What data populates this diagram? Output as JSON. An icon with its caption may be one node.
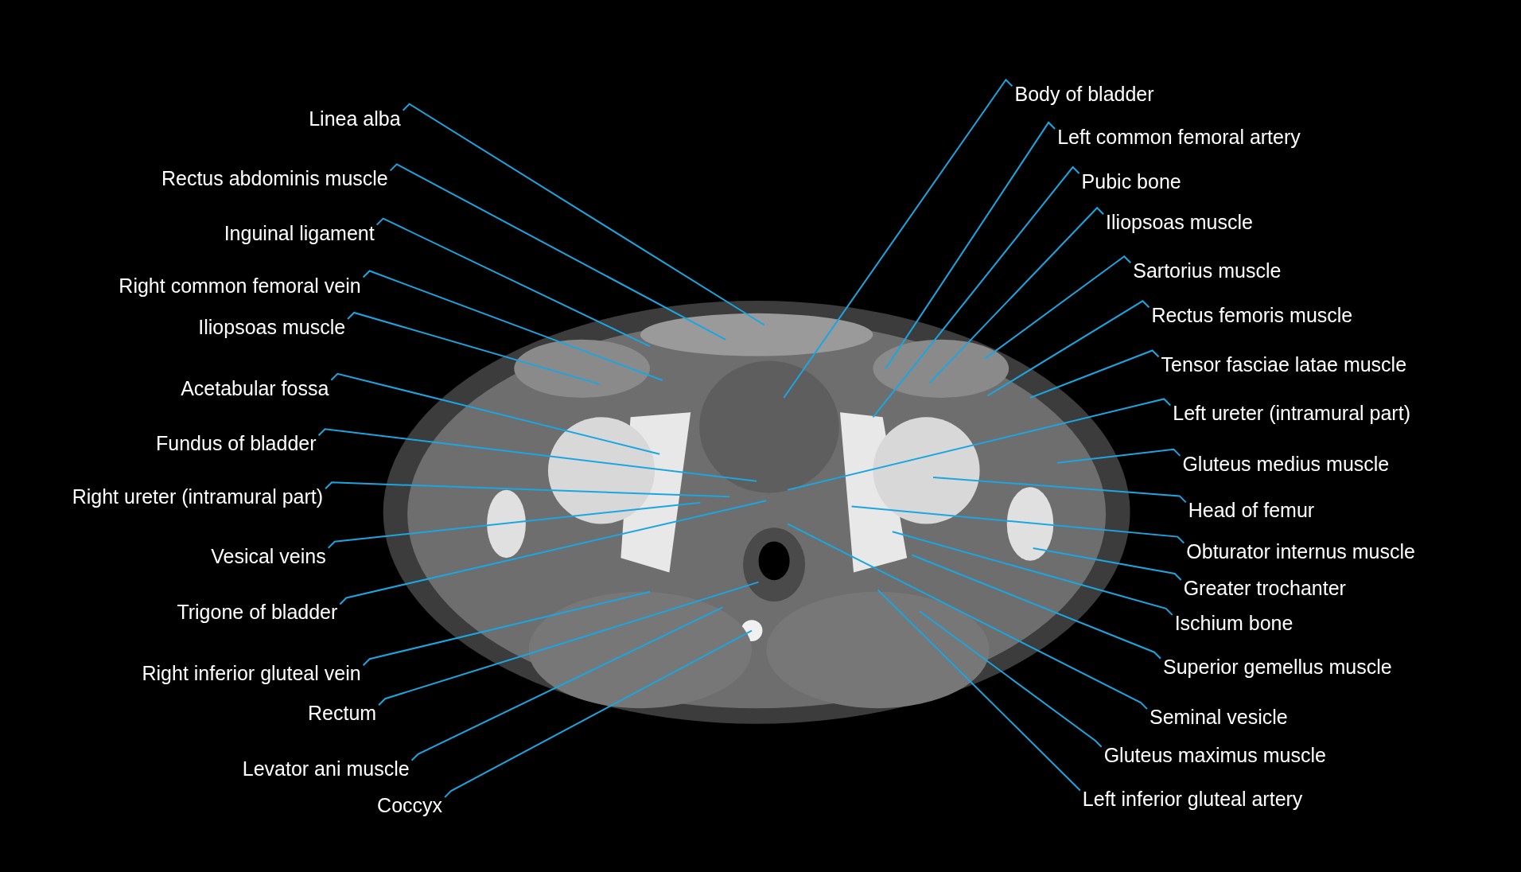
{
  "diagram": {
    "nodes": [
      {
        "text": [
          "Linea alba"
        ]
      },
      {
        "text": [
          "Rectus abdominis muscle"
        ]
      },
      {
        "text": [
          "Inguinal ligament"
        ]
      },
      {
        "text": [
          "Right common femoral vein"
        ]
      },
      {
        "text": [
          "Iliopsoas muscle"
        ]
      },
      {
        "text": [
          "Acetabular fossa"
        ]
      },
      {
        "text": [
          "Fundus of bladder"
        ]
      },
      {
        "text": [
          "Right ureter (intramural part)"
        ]
      },
      {
        "text": [
          "Vesical veins"
        ]
      },
      {
        "text": [
          "Trigone of bladder"
        ]
      },
      {
        "text": [
          "Right inferior gluteal vein"
        ]
      },
      {
        "text": [
          "Rectum"
        ]
      },
      {
        "text": [
          "Levator ani muscle"
        ]
      },
      {
        "text": [
          "Coccyx"
        ]
      },
      {
        "text": [
          "Body of bladder"
        ]
      },
      {
        "text": [
          "Left common femoral artery"
        ]
      },
      {
        "text": [
          "Pubic bone"
        ]
      },
      {
        "text": [
          "Iliopsoas muscle"
        ]
      },
      {
        "text": [
          "Sartorius muscle"
        ]
      },
      {
        "text": [
          "Rectus femoris muscle"
        ]
      },
      {
        "text": [
          "Tensor fasciae latae muscle"
        ]
      },
      {
        "text": [
          "Left ureter (intramural part)"
        ]
      },
      {
        "text": [
          "Gluteus medius muscle"
        ]
      },
      {
        "text": [
          "Head of femur"
        ]
      },
      {
        "text": [
          "Obturator internus muscle"
        ]
      },
      {
        "text": [
          "Greater trochanter"
        ]
      },
      {
        "text": [
          "Ischium bone"
        ]
      },
      {
        "text": [
          "Superior gemellus muscle"
        ]
      },
      {
        "text": [
          "Seminal vesicle"
        ]
      },
      {
        "text": [
          "Gluteus maximus muscle"
        ]
      },
      {
        "text": [
          "Left inferior gluteal artery"
        ]
      }
    ],
    "edges": [
      {
        "from": 0,
        "to": null,
        "arrow": "none"
      },
      {
        "from": 1,
        "to": null,
        "arrow": "none"
      },
      {
        "from": 2,
        "to": null,
        "arrow": "none"
      },
      {
        "from": 3,
        "to": null,
        "arrow": "none"
      },
      {
        "from": 4,
        "to": null,
        "arrow": "none"
      },
      {
        "from": 5,
        "to": null,
        "arrow": "none"
      },
      {
        "from": 6,
        "to": null,
        "arrow": "none"
      },
      {
        "from": 7,
        "to": null,
        "arrow": "none"
      },
      {
        "from": 8,
        "to": null,
        "arrow": "none"
      },
      {
        "from": 9,
        "to": null,
        "arrow": "none"
      },
      {
        "from": 10,
        "to": null,
        "arrow": "none"
      },
      {
        "from": 11,
        "to": null,
        "arrow": "none"
      },
      {
        "from": 12,
        "to": null,
        "arrow": "none"
      },
      {
        "from": 13,
        "to": null,
        "arrow": "none"
      },
      {
        "from": 14,
        "to": null,
        "arrow": "none"
      },
      {
        "from": 15,
        "to": null,
        "arrow": "none"
      },
      {
        "from": 16,
        "to": null,
        "arrow": "none"
      },
      {
        "from": 17,
        "to": null,
        "arrow": "none"
      },
      {
        "from": 18,
        "to": null,
        "arrow": "none"
      },
      {
        "from": 19,
        "to": null,
        "arrow": "none"
      },
      {
        "from": 20,
        "to": null,
        "arrow": "none"
      },
      {
        "from": 21,
        "to": null,
        "arrow": "none"
      },
      {
        "from": 22,
        "to": null,
        "arrow": "none"
      },
      {
        "from": 23,
        "to": null,
        "arrow": "none"
      },
      {
        "from": 24,
        "to": null,
        "arrow": "none"
      },
      {
        "from": 25,
        "to": null,
        "arrow": "none"
      },
      {
        "from": 26,
        "to": null,
        "arrow": "none"
      },
      {
        "from": 27,
        "to": null,
        "arrow": "none"
      },
      {
        "from": 28,
        "to": null,
        "arrow": "none"
      },
      {
        "from": 29,
        "to": null,
        "arrow": "none"
      },
      {
        "from": 30,
        "to": null,
        "arrow": "none"
      }
    ]
  }
}
